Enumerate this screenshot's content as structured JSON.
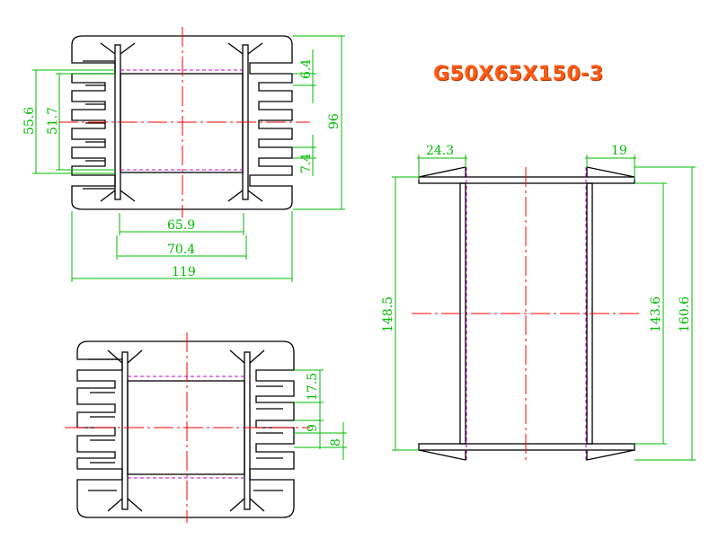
{
  "title": "G50X65X150-3",
  "colors": {
    "outline": "#000000",
    "dimension": "#00bb00",
    "centerline": "#ff0000",
    "hidden": "#c000c0",
    "title": "#ff5a14"
  },
  "dimensions": {
    "top_view": {
      "height_outer": "96",
      "height_55": "55.6",
      "height_51": "51.7",
      "fin_gap": "6.4",
      "fin_bottom": "7.4",
      "width_inner": "65.9",
      "width_mid": "70.4",
      "width_outer": "119"
    },
    "bottom_view": {
      "dim_17": "17.5",
      "dim_9": "9",
      "dim_8": "8"
    },
    "side_view": {
      "top_left": "24.3",
      "top_right": "19",
      "height_left": "148.5",
      "height_inner": "143.6",
      "height_outer": "160.6"
    }
  }
}
